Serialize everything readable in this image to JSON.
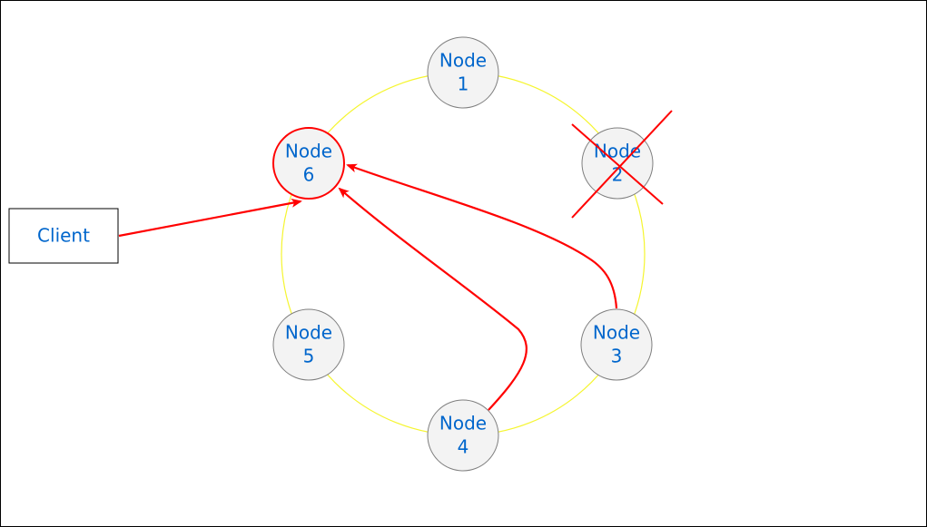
{
  "colors": {
    "ring": "#f5f530",
    "node_fill": "#f3f3f3",
    "node_stroke": "#7f7f7f",
    "text": "#0066cc",
    "highlight": "#ff0000",
    "client_stroke": "#000000",
    "client_fill": "#ffffff"
  },
  "nodes": [
    {
      "id": "node-1",
      "line1": "Node",
      "line2": "1",
      "status": "normal"
    },
    {
      "id": "node-2",
      "line1": "Node",
      "line2": "2",
      "status": "failed"
    },
    {
      "id": "node-3",
      "line1": "Node",
      "line2": "3",
      "status": "normal"
    },
    {
      "id": "node-4",
      "line1": "Node",
      "line2": "4",
      "status": "normal"
    },
    {
      "id": "node-5",
      "line1": "Node",
      "line2": "5",
      "status": "normal"
    },
    {
      "id": "node-6",
      "line1": "Node",
      "line2": "6",
      "status": "coordinator"
    }
  ],
  "client": {
    "label": "Client"
  },
  "edges": [
    {
      "from": "client",
      "to": "node-6",
      "color": "red"
    },
    {
      "from": "node-3",
      "to": "node-6",
      "color": "red"
    },
    {
      "from": "node-4",
      "to": "node-6",
      "color": "red"
    }
  ]
}
